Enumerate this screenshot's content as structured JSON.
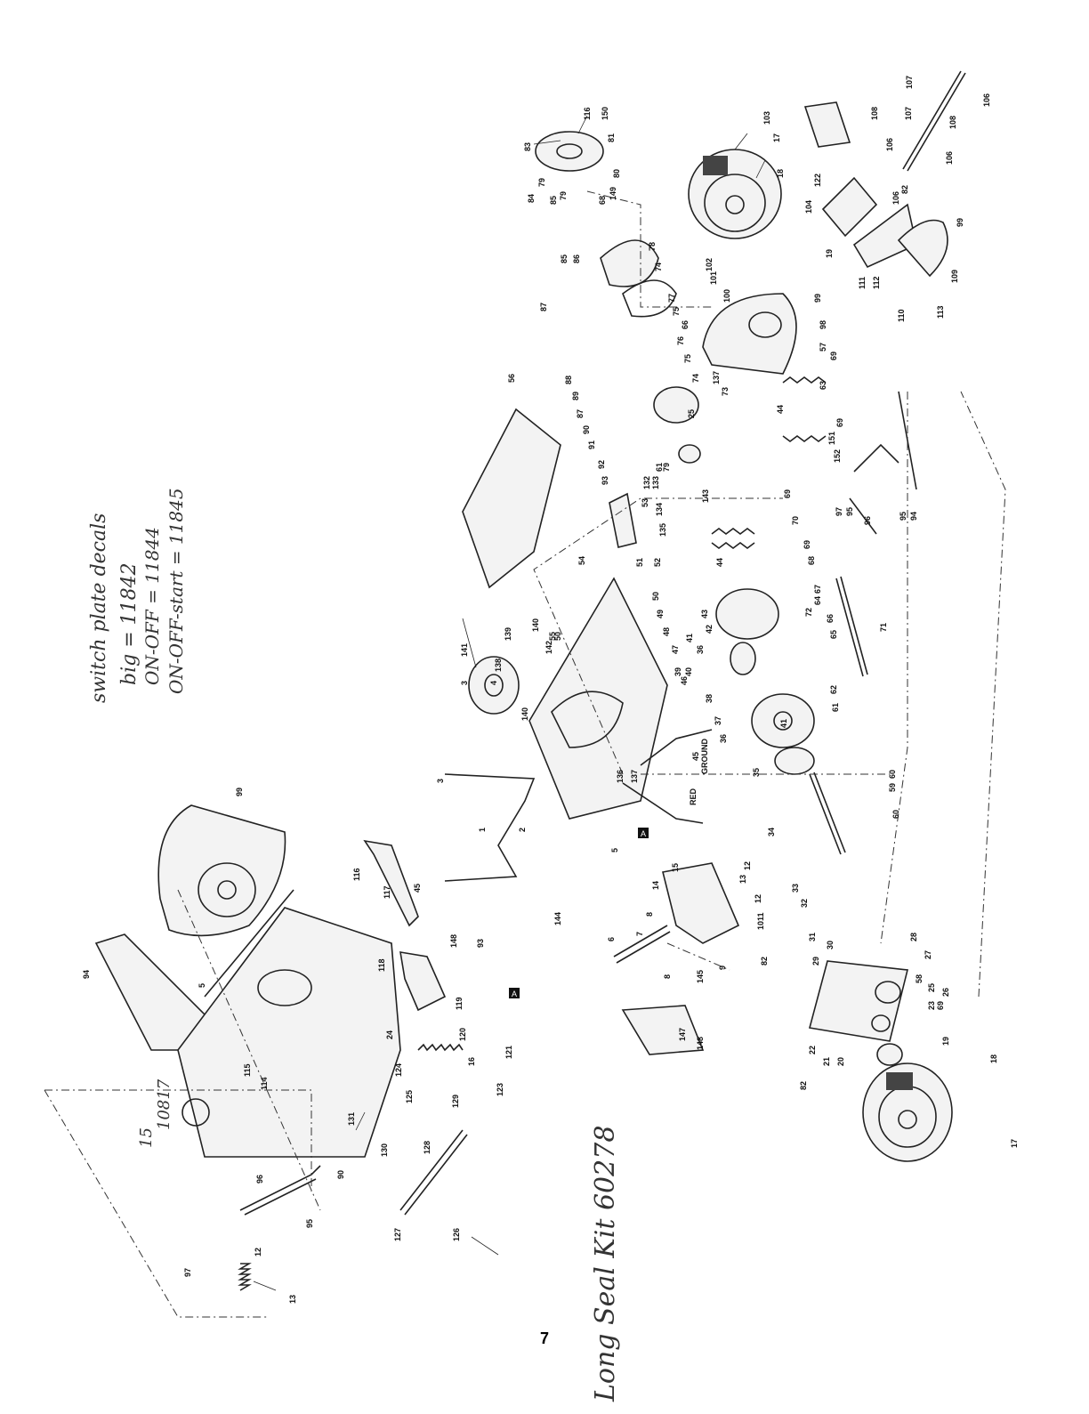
{
  "handwritten": {
    "switch_title": "switch plate decals",
    "big": "big = 11842",
    "on_off": "ON-OFF = 11844",
    "on_off_start": "ON-OFF-start = 11845",
    "seal_kit": "Long Seal Kit 60278",
    "note_15": "15",
    "note_10817": "10817"
  },
  "page_number": "7",
  "box_markers": [
    "A",
    "A"
  ],
  "small_labels": {
    "ground": "GROUND",
    "red": "RED"
  },
  "callouts": {
    "c83": "83",
    "c116a": "116",
    "c150": "150",
    "c81": "81",
    "c79a": "79",
    "c80": "80",
    "c149": "149",
    "c84": "84",
    "c85a": "85",
    "c79b": "79",
    "c68a": "68",
    "c85b": "85",
    "c86": "86",
    "c78": "78",
    "c74a": "74",
    "c87a": "87",
    "c77": "77",
    "c75a": "75",
    "c66a": "66",
    "c76": "76",
    "c75b": "75",
    "c88": "88",
    "c89": "89",
    "c74b": "74",
    "c137a": "137",
    "c73": "73",
    "c87b": "87",
    "c90a": "90",
    "c25a": "25",
    "c91": "91",
    "c92": "92",
    "c93a": "93",
    "c61a": "61",
    "c79c": "79",
    "c132": "132",
    "c133": "133",
    "c134": "134",
    "c135": "135",
    "c143": "143",
    "c53": "53",
    "c54": "54",
    "c51": "51",
    "c52": "52",
    "c56": "56",
    "c103": "103",
    "c17a": "17",
    "c18a": "18",
    "c102": "102",
    "c101": "101",
    "c100": "100",
    "c19a": "19",
    "c99a": "99",
    "c98": "98",
    "c57": "57",
    "c69a": "69",
    "c63": "63",
    "c44a": "44",
    "c69b": "69",
    "c151": "151",
    "c152": "152",
    "c69c": "69",
    "c70": "70",
    "c44b": "44",
    "c69d": "69",
    "c68b": "68",
    "c67": "67",
    "c64": "64",
    "c72": "72",
    "c66b": "66",
    "c65": "65",
    "c43": "43",
    "c42": "42",
    "c41a": "41",
    "c36a": "36",
    "c40": "40",
    "c39": "39",
    "c47": "47",
    "c48": "48",
    "c49": "49",
    "c50a": "50",
    "c50b": "50",
    "c55": "55",
    "c142": "142",
    "c140a": "140",
    "c139": "139",
    "c141": "141",
    "c138": "138",
    "c3a": "3",
    "c4": "4",
    "c140b": "140",
    "c46": "46",
    "c38": "38",
    "c37": "37",
    "c36b": "36",
    "c62": "62",
    "c61b": "61",
    "c41b": "41",
    "c35": "35",
    "c71": "71",
    "c95a": "95",
    "c97a": "97",
    "c96a": "96",
    "c95b": "95",
    "c94a": "94",
    "c108a": "108",
    "c122": "122",
    "c104": "104",
    "c106a": "106",
    "c107a": "107",
    "c108b": "108",
    "c106b": "106",
    "c106c": "106",
    "c107b": "107",
    "c106d": "106",
    "c82a": "82",
    "c99b": "99",
    "c111": "111",
    "c112": "112",
    "c110": "110",
    "c109": "109",
    "c113": "113",
    "c137b": "137",
    "c136": "136",
    "c45a": "45",
    "c3b": "3",
    "c1": "1",
    "c2": "2",
    "c5a": "5",
    "c59": "59",
    "c60a": "60",
    "c60b": "60",
    "c34": "34",
    "c15": "15",
    "c12a": "12",
    "c13a": "13",
    "c12b": "12",
    "c14": "14",
    "c8a": "8",
    "c11": "11",
    "c10": "10",
    "c144": "144",
    "c6": "6",
    "c7": "7",
    "c9": "9",
    "c82b": "82",
    "c33": "33",
    "c32": "32",
    "c31": "31",
    "c30": "30",
    "c29": "29",
    "c28": "28",
    "c27": "27",
    "c58": "58",
    "c25b": "25",
    "c26": "26",
    "c23": "23",
    "c69e": "69",
    "c22": "22",
    "c21": "21",
    "c20": "20",
    "c19b": "19",
    "c18b": "18",
    "c82c": "82",
    "c17b": "17",
    "c8b": "8",
    "c145": "145",
    "c147": "147",
    "c148a": "148",
    "c99c": "99",
    "c94b": "94",
    "c5b": "5",
    "c116b": "116",
    "c117": "117",
    "c45b": "45",
    "c118": "118",
    "c148b": "148",
    "c93b": "93",
    "c119": "119",
    "c24": "24",
    "c115": "115",
    "c114": "114",
    "c124": "124",
    "c16": "16",
    "c120": "120",
    "c121": "121",
    "c125": "125",
    "c129": "129",
    "c123": "123",
    "c131": "131",
    "c130": "130",
    "c128": "128",
    "c90b": "90",
    "c96b": "96",
    "c95c": "95",
    "c127": "127",
    "c126": "126",
    "c97b": "97",
    "c12c": "12",
    "c13b": "13"
  }
}
